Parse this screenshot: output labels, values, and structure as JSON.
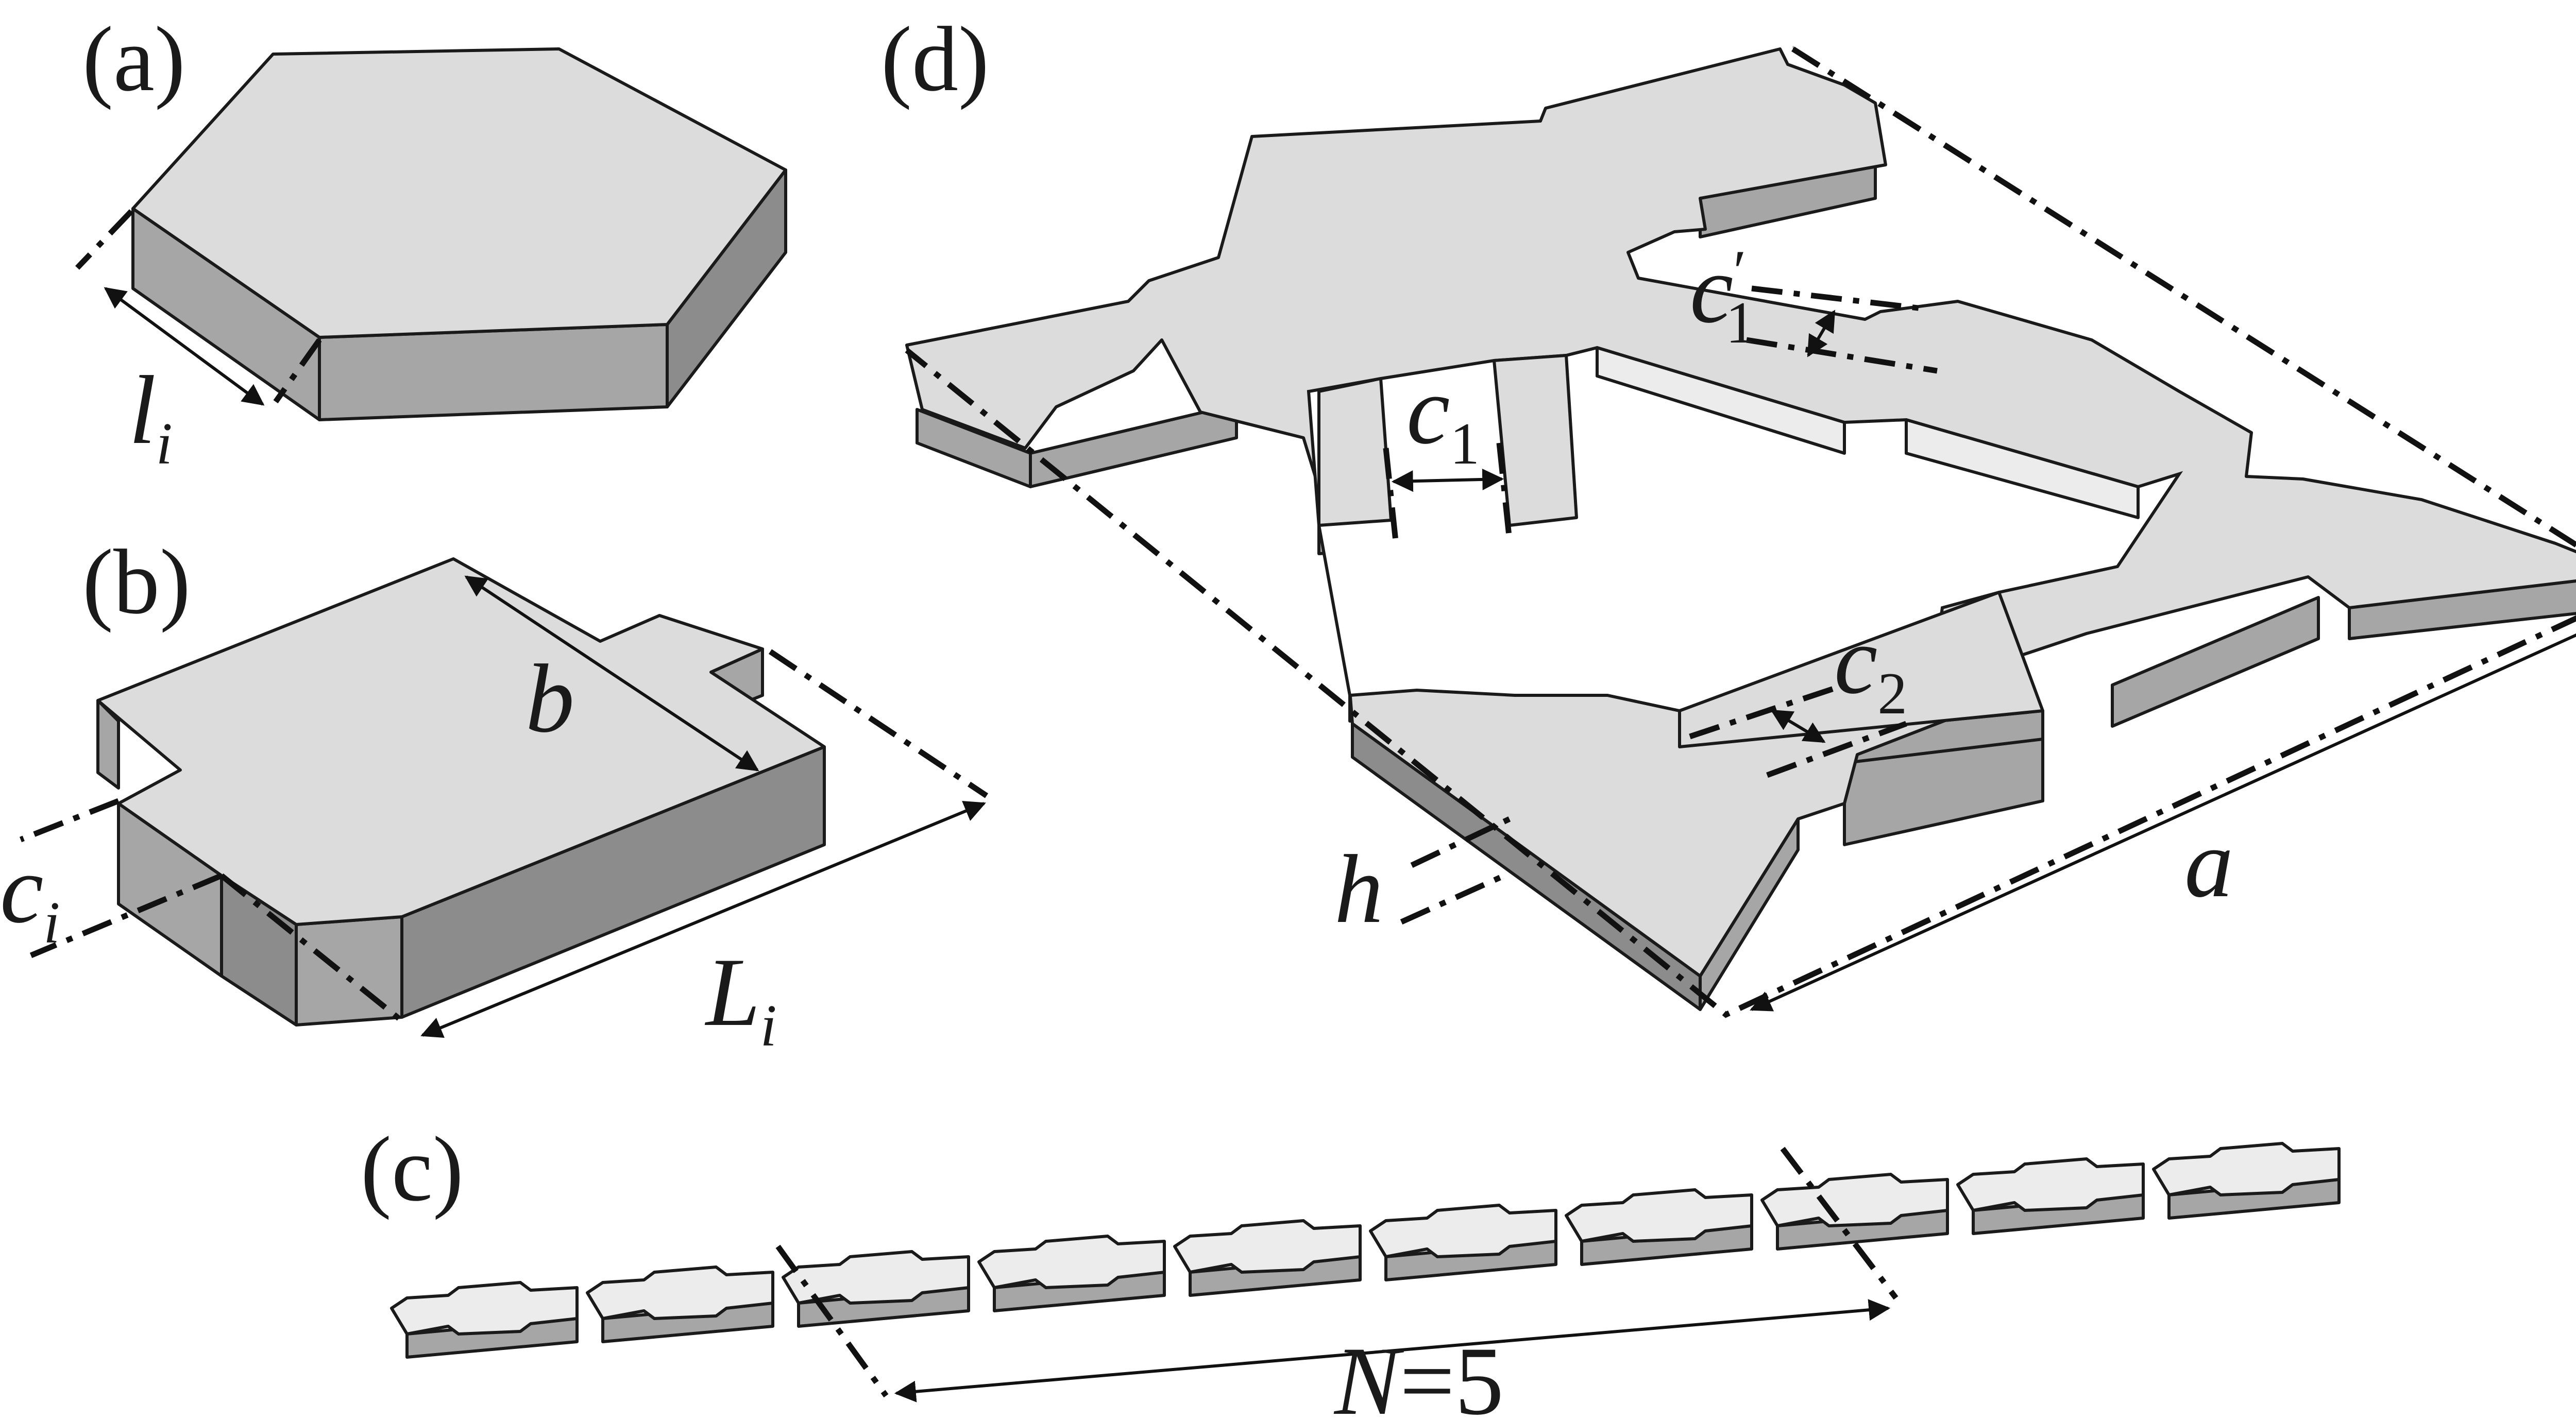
{
  "panels": {
    "a": {
      "label": "(a)",
      "l_symbol": "l",
      "l_sub": "i"
    },
    "b": {
      "label": "(b)",
      "b_symbol": "b",
      "c_symbol": "c",
      "c_sub": "i",
      "L_symbol": "L",
      "L_sub": "i"
    },
    "c": {
      "label": "(c)",
      "n_label": "N",
      "n_eq": "=",
      "n_value": "5"
    },
    "d": {
      "label": "(d)",
      "c1_symbol": "c",
      "c1_sub": "1",
      "c1p_symbol": "c",
      "c1p_sub": "1",
      "c1p_prime": "′",
      "c2_symbol": "c",
      "c2_sub": "2",
      "h_symbol": "h",
      "a_symbol": "a"
    }
  },
  "colors": {
    "top_face": "#dcdcdc",
    "side_face": "#a6a6a6",
    "line": "#1a1a1a"
  }
}
